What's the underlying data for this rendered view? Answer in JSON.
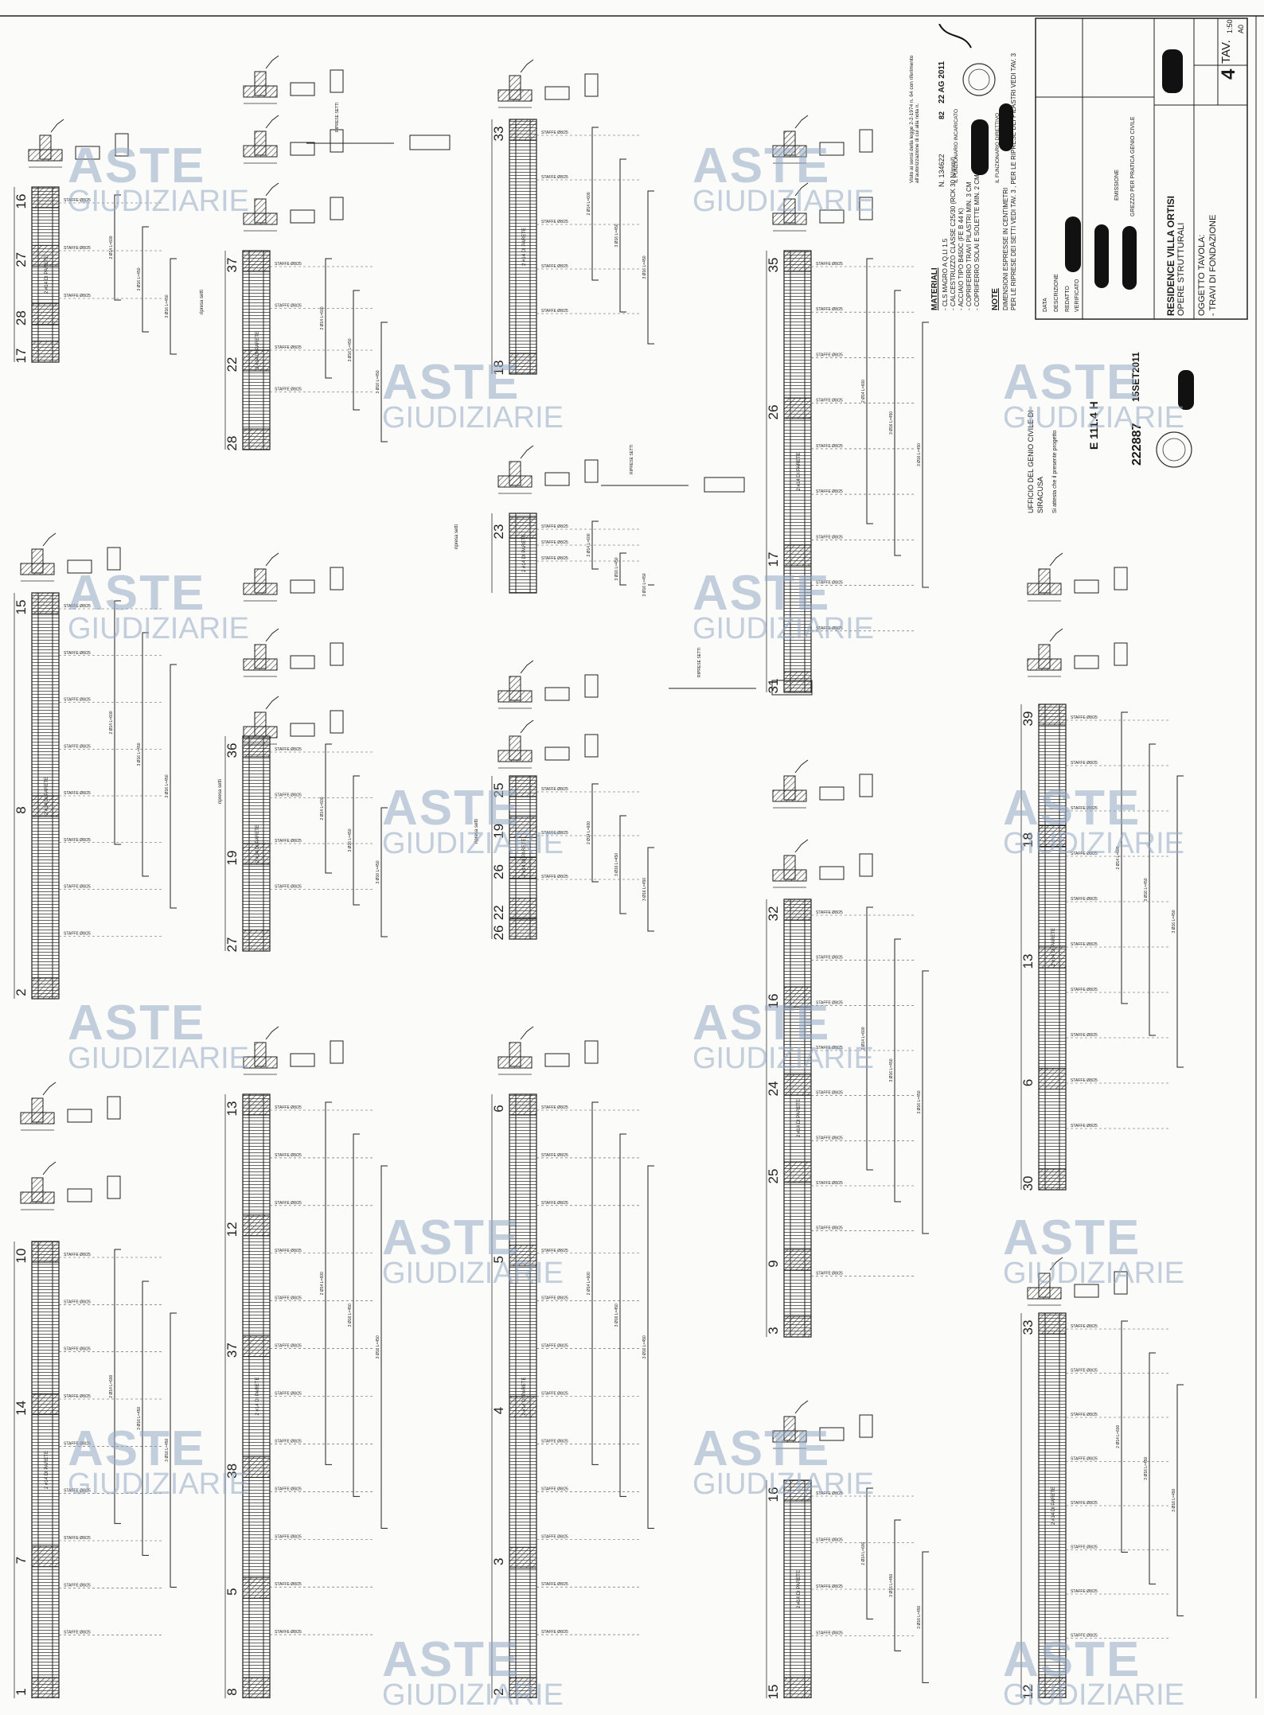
{
  "sheet": {
    "tav_label": "TAV.",
    "tav_number": "4",
    "scale": "1:50",
    "sheet_size": "A0",
    "project_title": "RESIDENCE VILLA ORTISI",
    "project_subtitle": "OPERE STRUTTURALI",
    "subject_label": "OGGETTO TAVOLA:",
    "subject": "- TRAVI DI FONDAZIONE"
  },
  "materials": {
    "heading": "MATERIALI",
    "lines": [
      "- CLS MAGRO A Q.LI 1.5",
      "- CALCESTRUZZO CLASSE C25/30 (RCK 30 N/mm²)",
      "- ACCIAIO TIPO B450C (FE B 44 K)",
      "- COPRIFERRO TRAVI PILASTRI MIN. 3 CM",
      "- COPRIFERRO SOLAI E SOLETTE MIN. 2 CM"
    ]
  },
  "notes": {
    "heading": "NOTE",
    "lines": [
      "DIMENSIONI ESPRESSE IN CENTIMETRI",
      "PER LE RIPRESE DEI SETTI VEDI TAV. 3 , PER LE RIPRESE DEI PILASTRI VEDI TAV. 3"
    ]
  },
  "stamp": {
    "visa": "Visto ai sensi della legge 2-2-1974 n. 64 con riferimento all'autorizzazione di cui alla nota n.",
    "number": "N. 134622",
    "date": "22 AG 2011",
    "reg_number": "82",
    "label_1": "IL FUNZIONARIO INCARICATO",
    "label_2": "IL FUNZIONARIO DIRETTIVO"
  },
  "office_stamp": {
    "line_1": "UFFICIO DEL GENIO CIVILE DI",
    "line_2": "SIRACUSA",
    "line_3": "Si attesta che il presente progetto",
    "protocol": "E 111.4 H",
    "code": "222887",
    "code_2": "15SET2011"
  },
  "revisions": {
    "col_headers": [
      "DATA",
      "DESCRIZIONE",
      "REDATTO",
      "VERIFICATO"
    ],
    "row_1": "EMISSIONE",
    "row_2": "GREZZO PER PRATICA GENIO CIVILE"
  },
  "watermark": {
    "word_1": "ASTE",
    "word_2": "GIUDIZIARIE"
  },
  "beams": [
    {
      "ids": [
        "16",
        "27",
        "28",
        "17"
      ],
      "label": "2 #14 DI PARETE"
    },
    {
      "ids": [
        "37",
        "22",
        "28"
      ],
      "label": "2 #14 DI PARETE"
    },
    {
      "ids": [
        "33",
        "18"
      ],
      "label": "2 #14 DI PARETE"
    },
    {
      "ids": [
        "35",
        "26",
        "17",
        "31"
      ],
      "label": "2 #14 DI PARETE"
    },
    {
      "ids": [
        "23"
      ],
      "label": "2 #14 DI PARETE"
    },
    {
      "ids": [
        "15",
        "8",
        "2"
      ],
      "label": "2 #14 DI PARETE"
    },
    {
      "ids": [
        "36",
        "19",
        "27"
      ],
      "label": "2 #14 DI PARETE"
    },
    {
      "ids": [
        "25",
        "19",
        "26",
        "22",
        "26"
      ],
      "label": "2 #14 DI PARETE"
    },
    {
      "ids": [
        "32",
        "16",
        "24",
        "25",
        "9",
        "3"
      ],
      "label": "2 #14 DI PARETE"
    },
    {
      "ids": [
        "39",
        "18",
        "13",
        "6",
        "30"
      ],
      "label": "2 #14 DI PARETE"
    },
    {
      "ids": [
        "10",
        "14",
        "7",
        "1"
      ],
      "label": "2 #14 DI PARETE"
    },
    {
      "ids": [
        "13",
        "12",
        "37",
        "38",
        "5",
        "8"
      ],
      "label": "2 #14 DI PARETE"
    },
    {
      "ids": [
        "6",
        "5",
        "4",
        "3",
        "2"
      ],
      "label": "2 #14 DI PARETE"
    },
    {
      "ids": [
        "16",
        "15"
      ],
      "label": "2 #14 DI PARETE"
    },
    {
      "ids": [
        "33",
        "12"
      ],
      "label": "2 #14 DI PARETE"
    }
  ],
  "rebar_callouts": [
    "STAFFE Ø8/25",
    "2 Ø14 L=600",
    "3 Ø16 L=450",
    "RIPRESE SETTI",
    "ripresa setti"
  ]
}
